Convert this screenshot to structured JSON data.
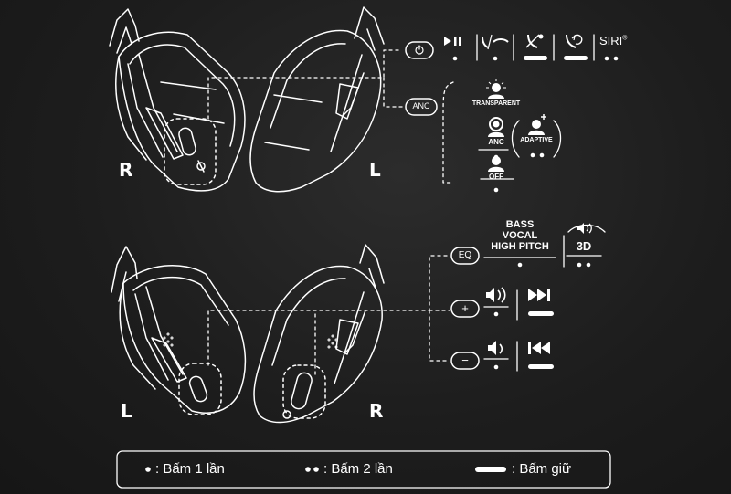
{
  "side_labels": {
    "top_right_cup": "R",
    "top_left_cup": "L",
    "bottom_left_cup": "L",
    "bottom_right_cup": "R"
  },
  "controls": {
    "anc_button": "ANC",
    "eq_button": "EQ",
    "plus_button": "+",
    "minus_button": "−"
  },
  "icons": [
    "power-icon",
    "play-pause-icon",
    "answer-end-call-icon",
    "reject-call-icon",
    "redial-icon",
    "siri-icon",
    "transparent-mode-icon",
    "anc-mode-icon",
    "adaptive-mode-icon",
    "anc-off-icon",
    "sound-3d-icon",
    "volume-up-icon",
    "next-track-icon",
    "volume-down-icon",
    "previous-track-icon"
  ],
  "power_row": {
    "siri": "SIRI"
  },
  "anc_modes": {
    "transparent": "TRANSPARENT",
    "anc": "ANC",
    "adaptive": "ADAPTIVE",
    "off": "OFF"
  },
  "eq_modes": {
    "line1": "BASS",
    "line2": "VOCAL",
    "line3": "HIGH PITCH",
    "sound3d": "3D"
  },
  "legend": {
    "single_press": ": Bấm 1 lần",
    "double_press": ": Bấm 2 lần",
    "hold": ": Bấm giữ"
  },
  "colors": {
    "background": "#1b1b1b",
    "line": "#ffffff"
  }
}
